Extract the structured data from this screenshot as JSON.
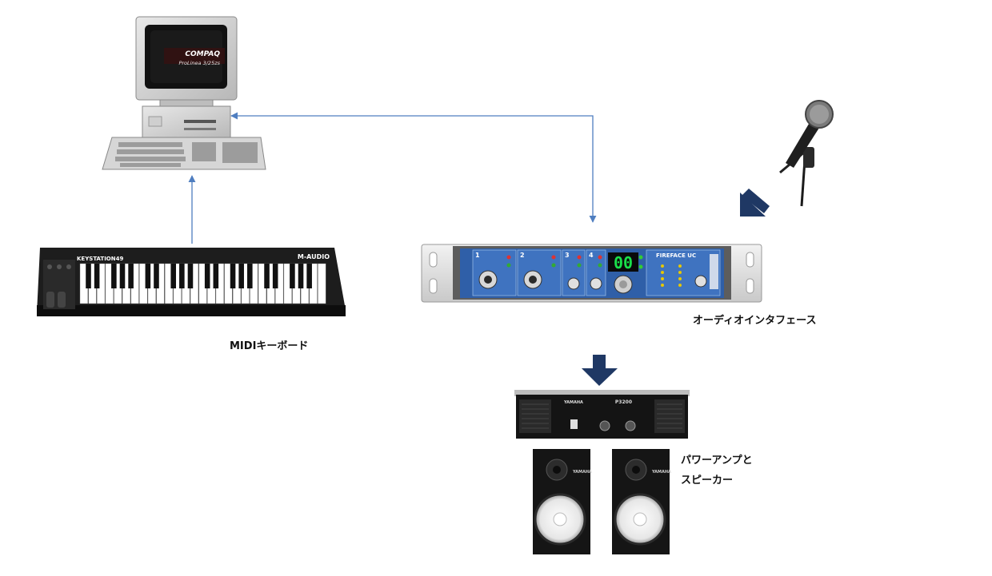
{
  "labels": {
    "midi_keyboard": "MIDIキーボード",
    "audio_interface": "オーディオインタフェース",
    "amp_speakers_line1": "パワーアンプと",
    "amp_speakers_line2": "スピーカー"
  },
  "device_text": {
    "computer_brand": "COMPAQ",
    "computer_model": "ProLinea 3/25zs",
    "keyboard_model": "KEYSTATION49",
    "keyboard_brand": "M-AUDIO",
    "interface_model": "FIREFACE UC",
    "interface_display": "00",
    "amp_brand": "YAMAHA",
    "amp_model": "P3200",
    "speaker_brand": "YAMAHA"
  },
  "colors": {
    "connector_line": "#4f7ec0",
    "flow_arrow": "#1f3864",
    "interface_panel": "#2f5fa8"
  }
}
